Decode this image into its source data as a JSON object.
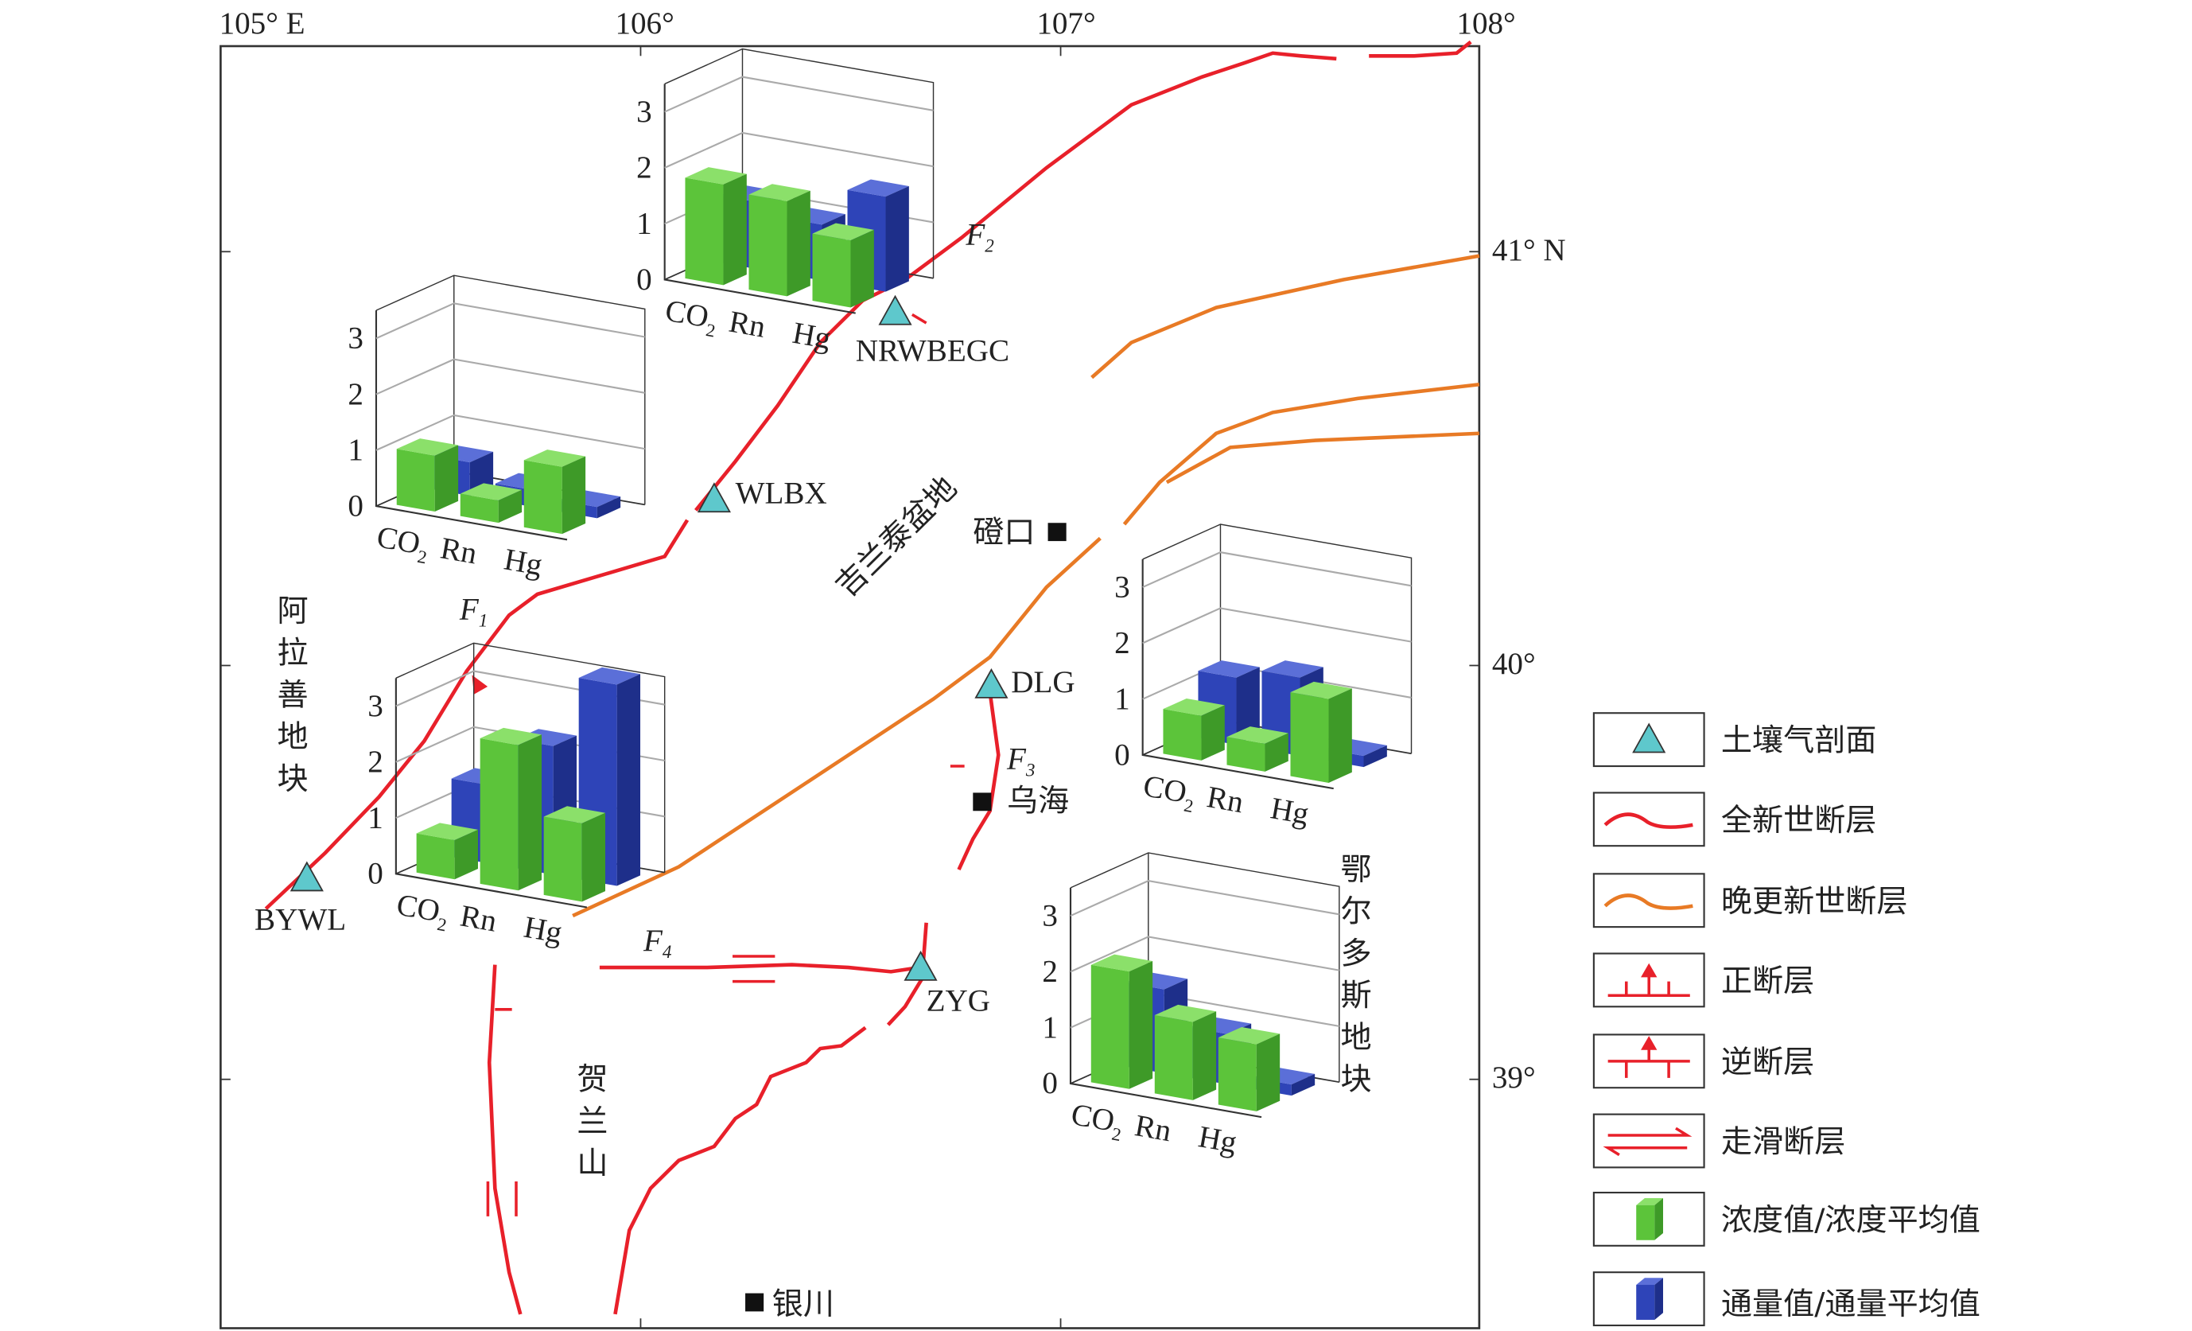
{
  "axes": {
    "lon": [
      "105° E",
      "106°",
      "107°",
      "108°"
    ],
    "lat": [
      "41° N",
      "40°",
      "39°"
    ]
  },
  "faults": [
    "F",
    "F",
    "F",
    "F"
  ],
  "fault_subs": [
    "1",
    "2",
    "3",
    "4"
  ],
  "regions": {
    "alashan": "阿拉善地块",
    "jilantai": "吉兰泰盆地",
    "ordos": "鄂尔多斯地块",
    "helan": "贺兰山"
  },
  "cities": {
    "dengkou": "磴口",
    "wuhai": "乌海",
    "yinchuan": "银川"
  },
  "sites": [
    "NRWBEGC",
    "WLBX",
    "BYWL",
    "DLG",
    "ZYG"
  ],
  "legend": [
    "土壤气剖面",
    "全新世断层",
    "晚更新世断层",
    "正断层",
    "逆断层",
    "走滑断层",
    "浓度值/浓度平均值",
    "通量值/通量平均值"
  ],
  "colors": {
    "concentration": "#5cc43a",
    "flux": "#2e44b8",
    "holocene": "#e8202a",
    "late_pleistocene": "#e87a25",
    "site": "#5ec8cc"
  },
  "chart_data": {
    "type": "bar",
    "categories": [
      "CO2",
      "Rn",
      "Hg"
    ],
    "yticks": [
      "0",
      "1",
      "2",
      "3"
    ],
    "ylim": [
      0,
      3.5
    ],
    "charts": [
      {
        "site": "NRWBEGC",
        "concentration": [
          1.8,
          1.7,
          1.2
        ],
        "flux": [
          1.2,
          1.0,
          1.7
        ]
      },
      {
        "site": "WLBX",
        "concentration": [
          1.0,
          0.4,
          1.2
        ],
        "flux": [
          0.6,
          0.3,
          0.2
        ]
      },
      {
        "site": "BYWL",
        "concentration": [
          0.7,
          2.6,
          1.4
        ],
        "flux": [
          1.4,
          2.3,
          3.6
        ]
      },
      {
        "site": "DLG",
        "concentration": [
          0.8,
          0.5,
          1.5
        ],
        "flux": [
          1.2,
          1.4,
          0.2
        ]
      },
      {
        "site": "ZYG",
        "concentration": [
          2.1,
          1.4,
          1.2
        ],
        "flux": [
          1.5,
          0.9,
          0.2
        ]
      }
    ]
  }
}
